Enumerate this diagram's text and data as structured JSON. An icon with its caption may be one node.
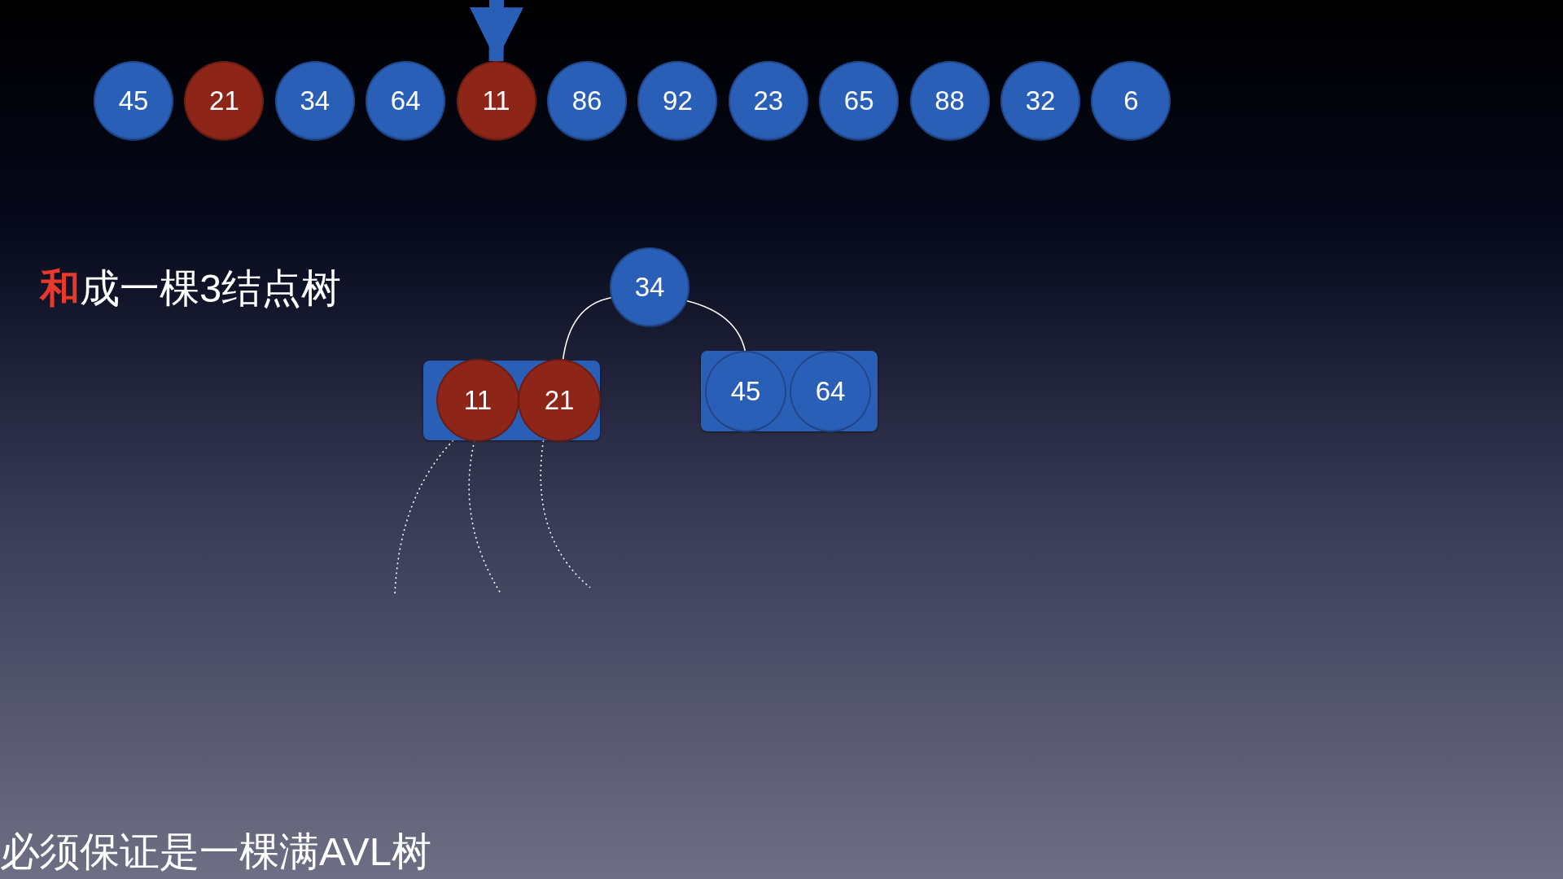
{
  "diagram": {
    "nodes": [
      {
        "text": [
          "45"
        ]
      },
      {
        "text": [
          "21"
        ]
      },
      {
        "text": [
          "34"
        ]
      },
      {
        "text": [
          "64"
        ]
      },
      {
        "text": [
          "11"
        ]
      },
      {
        "text": [
          "86"
        ]
      },
      {
        "text": [
          "92"
        ]
      },
      {
        "text": [
          "23"
        ]
      },
      {
        "text": [
          "65"
        ]
      },
      {
        "text": [
          "88"
        ]
      },
      {
        "text": [
          "32"
        ]
      },
      {
        "text": [
          "6"
        ]
      },
      {
        "text": [
          "34"
        ]
      },
      {
        "text": [],
        "shape": "box"
      },
      {
        "text": [
          "11"
        ],
        "in": 13
      },
      {
        "text": [
          "21"
        ],
        "in": 13
      },
      {
        "text": [],
        "shape": "box"
      },
      {
        "text": [
          "45"
        ],
        "in": 16
      },
      {
        "text": [
          "64"
        ],
        "in": 16
      }
    ],
    "edges": [
      {
        "from": null,
        "to": 4,
        "arrow": "to",
        "style": "thick",
        "color": "#2a5fb8"
      },
      {
        "from": 12,
        "to": 13,
        "arrow": "none"
      },
      {
        "from": 12,
        "to": 16,
        "arrow": "none"
      },
      {
        "from": 13,
        "to": null,
        "arrow": "none",
        "style": "dashed"
      },
      {
        "from": 13,
        "to": null,
        "arrow": "none",
        "style": "dashed"
      },
      {
        "from": 13,
        "to": null,
        "arrow": "none",
        "style": "dashed"
      }
    ],
    "labels": [
      "**和**成一棵3结点树",
      "必须保证是一棵满AVL树"
    ]
  }
}
